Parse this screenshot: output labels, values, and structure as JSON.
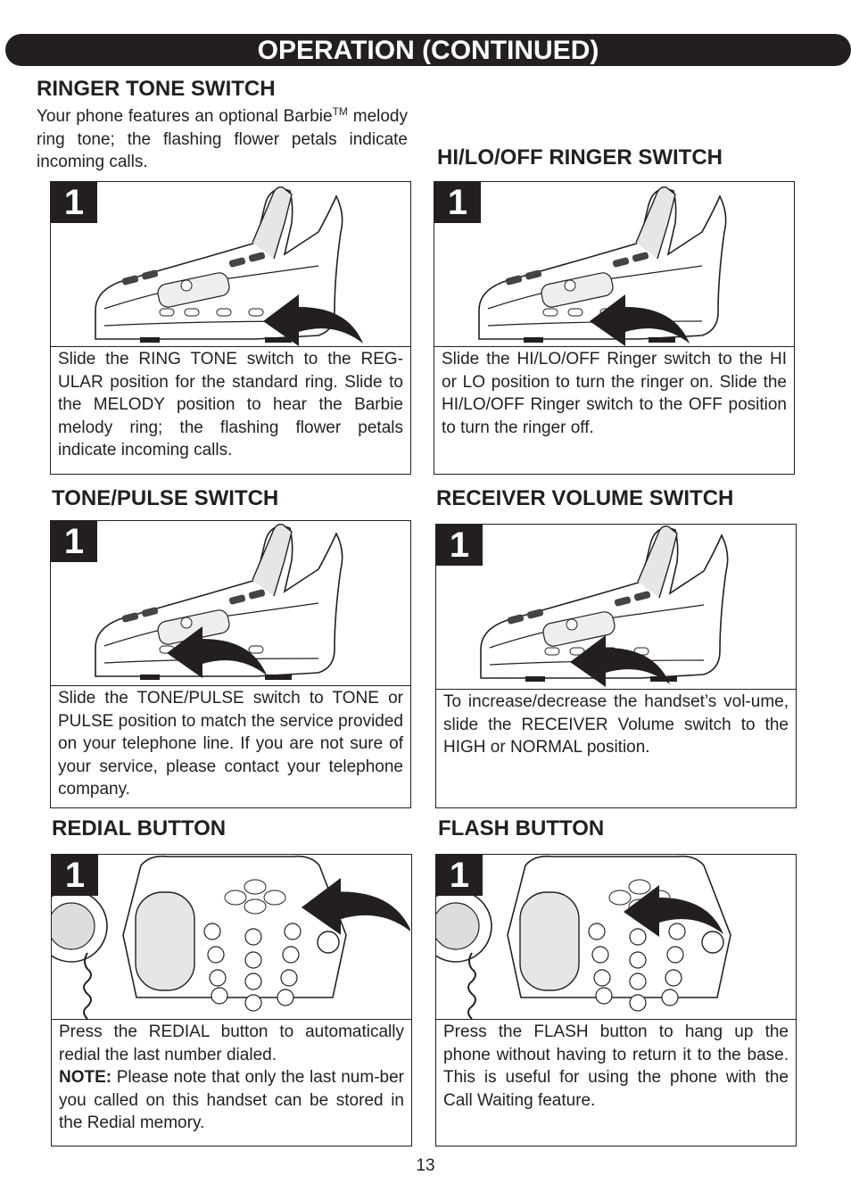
{
  "banner": "OPERATION (CONTINUED)",
  "ringer_tone": {
    "heading": "RINGER TONE SWITCH",
    "intro_a": "Your phone features an optional Barbie",
    "intro_tm": "TM",
    "intro_b": " melody ring tone; the flashing flower petals indicate incoming calls.",
    "step": "1",
    "text": "Slide the RING TONE switch to the REG-ULAR position for the standard ring. Slide to the MELODY position to hear the Barbie melody ring; the flashing flower petals indicate incoming calls."
  },
  "hilo": {
    "heading": "HI/LO/OFF RINGER SWITCH",
    "step": "1",
    "text": "Slide the HI/LO/OFF Ringer switch to the HI or LO position to turn the ringer on. Slide the HI/LO/OFF Ringer switch to the OFF position to turn the ringer off."
  },
  "tone_pulse": {
    "heading": "TONE/PULSE SWITCH",
    "step": "1",
    "text": "Slide the TONE/PULSE switch to TONE or PULSE position to match the service provided on your telephone line. If you are not sure of your service, please contact your telephone company."
  },
  "receiver_volume": {
    "heading": "RECEIVER VOLUME SWITCH",
    "step": "1",
    "text": "To increase/decrease the handset’s vol-ume, slide the RECEIVER Volume switch to the HIGH or NORMAL position."
  },
  "redial": {
    "heading": "REDIAL BUTTON",
    "step": "1",
    "text_a": "Press the REDIAL button to automatically redial the last number dialed.",
    "note_label": "NOTE:",
    "note_text": " Please note that only the last num-ber you called on this handset can be stored in the Redial memory."
  },
  "flash": {
    "heading": "FLASH BUTTON",
    "step": "1",
    "text": "Press the FLASH button to hang up the phone without having to return it to the base. This is useful for using the phone with the Call Waiting feature."
  },
  "page_number": "13",
  "icons": [
    "phone-side-illustration",
    "phone-keypad-illustration",
    "curved-arrow-icon"
  ]
}
